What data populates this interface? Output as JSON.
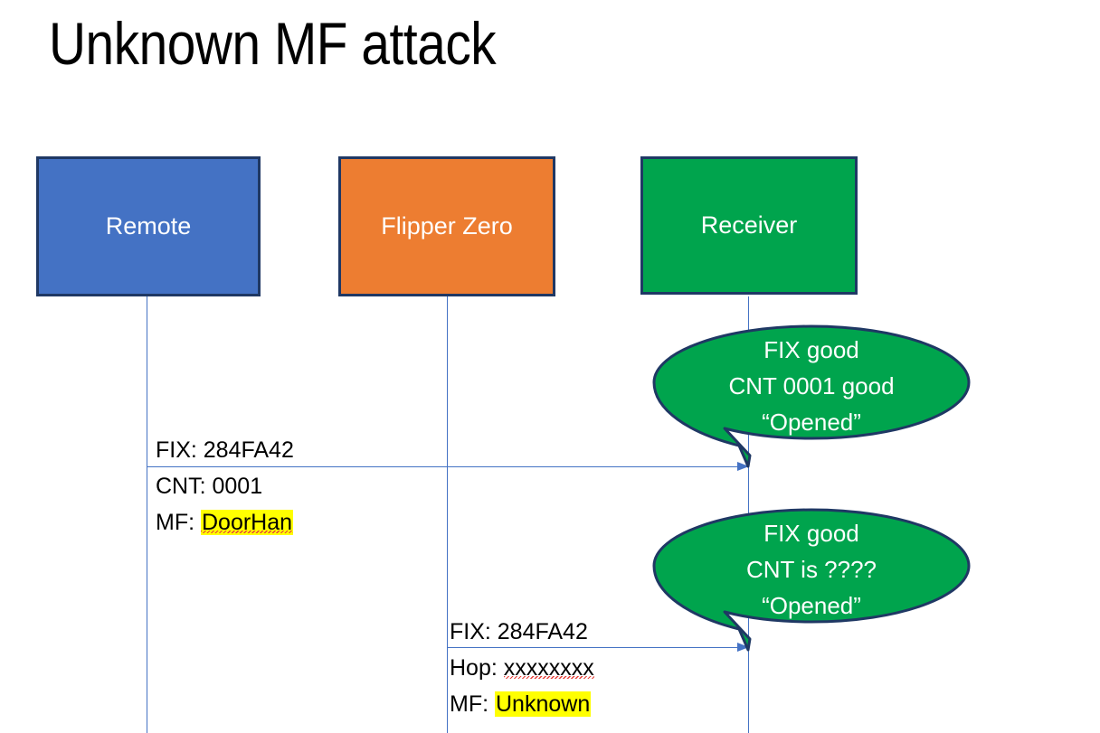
{
  "slide": {
    "title": "Unknown MF attack",
    "background_color": "#FFFFFF"
  },
  "colors": {
    "remote_fill": "#4472C4",
    "flipper_fill": "#ED7D31",
    "receiver_fill": "#00A44D",
    "box_border": "#1F3864",
    "lifeline": "#4472C4",
    "arrow": "#4472C4",
    "bubble_fill": "#00A44D",
    "bubble_border": "#1F3864",
    "highlight": "#FFFF00",
    "spellcheck_underline": "#E8403A",
    "text": "#000000",
    "inverse_text": "#FFFFFF"
  },
  "actors": [
    {
      "id": "remote",
      "label": "Remote"
    },
    {
      "id": "flipper",
      "label": "Flipper Zero"
    },
    {
      "id": "receiver",
      "label": "Receiver"
    }
  ],
  "messages": [
    {
      "id": "msg-1",
      "from": "remote",
      "to": "receiver",
      "line1": "FIX: 284FA42",
      "line2": "CNT: 0001",
      "line3_prefix": "MF: ",
      "line3_value": "DoorHan",
      "line3_highlighted": true,
      "line3_spellchecked": true
    },
    {
      "id": "msg-2",
      "from": "flipper",
      "to": "receiver",
      "line1": "FIX: 284FA42",
      "line2_prefix": "Hop: ",
      "line2_value": "xxxxxxxx",
      "line2_spellchecked": true,
      "line3_prefix": "MF: ",
      "line3_value": "Unknown",
      "line3_highlighted": true
    }
  ],
  "callouts": [
    {
      "id": "callout-1",
      "anchor": "msg-1",
      "lines": [
        "FIX good",
        "CNT 0001 good",
        "“Opened”"
      ]
    },
    {
      "id": "callout-2",
      "anchor": "msg-2",
      "lines": [
        "FIX good",
        "CNT is ????",
        "“Opened”"
      ]
    }
  ]
}
